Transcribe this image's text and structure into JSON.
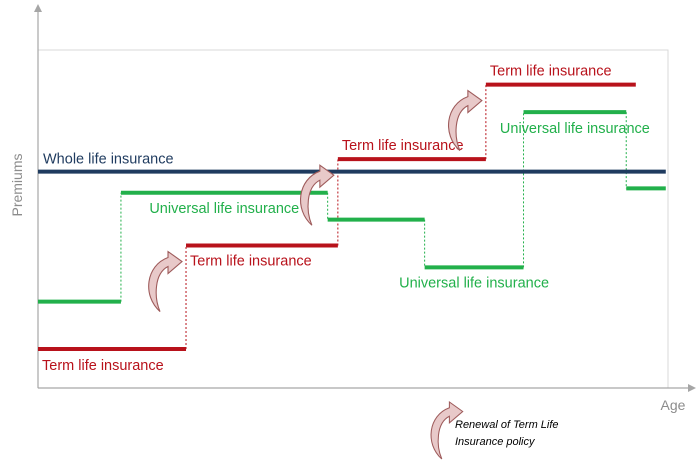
{
  "chart_data": {
    "type": "line",
    "title": "",
    "xlabel": "Age",
    "ylabel": "Premiums",
    "grid": false,
    "colors": {
      "term": "#b8121b",
      "universal": "#22b04b",
      "whole": "#1f3b5f",
      "axis": "#a6a6a6",
      "arrow_fill": "#e8c9c9",
      "arrow_stroke": "#9e5b5b"
    },
    "xlim": [
      0,
      100
    ],
    "ylim": [
      0,
      100
    ],
    "series": [
      {
        "name": "Term life insurance",
        "style": "step",
        "segments": [
          {
            "x0": 0,
            "x1": 23.2,
            "y": 11.6
          },
          {
            "x0": 23.2,
            "x1": 47.0,
            "y": 42.4
          },
          {
            "x0": 47.0,
            "x1": 70.2,
            "y": 68.1
          },
          {
            "x0": 70.2,
            "x1": 93.7,
            "y": 90.3
          }
        ]
      },
      {
        "name": "Universal life insurance",
        "style": "step",
        "segments": [
          {
            "x0": 0,
            "x1": 13.0,
            "y": 25.7
          },
          {
            "x0": 13.0,
            "x1": 45.4,
            "y": 58.1
          },
          {
            "x0": 45.4,
            "x1": 60.6,
            "y": 50.1
          },
          {
            "x0": 60.6,
            "x1": 76.1,
            "y": 35.9
          },
          {
            "x0": 76.1,
            "x1": 92.2,
            "y": 82.1
          },
          {
            "x0": 92.2,
            "x1": 98.4,
            "y": 59.4
          }
        ]
      },
      {
        "name": "Whole life insurance",
        "style": "flat",
        "segments": [
          {
            "x0": 0,
            "x1": 98.4,
            "y": 64.4
          }
        ]
      }
    ],
    "annotations": [
      {
        "text": "Term life insurance",
        "series": "Term life insurance",
        "segment": 0
      },
      {
        "text": "Term life insurance",
        "series": "Term life insurance",
        "segment": 1
      },
      {
        "text": "Term life insurance",
        "series": "Term life insurance",
        "segment": 2
      },
      {
        "text": "Term life insurance",
        "series": "Term life insurance",
        "segment": 3
      },
      {
        "text": "Universal life insurance",
        "series": "Universal life insurance",
        "segment": 1
      },
      {
        "text": "Universal life insurance",
        "series": "Universal life insurance",
        "segment": 3
      },
      {
        "text": "Universal life insurance",
        "series": "Universal life insurance",
        "segment": 4
      },
      {
        "text": "Whole life insurance",
        "series": "Whole life insurance",
        "segment": 0
      }
    ],
    "legend": {
      "icon": "curved-renewal-arrow-icon",
      "lines": [
        "Renewal of Term Life",
        "Insurance policy"
      ],
      "placement": "bottom-center"
    },
    "renewal_arrows_at_x": [
      23.2,
      47.0,
      70.2
    ]
  }
}
